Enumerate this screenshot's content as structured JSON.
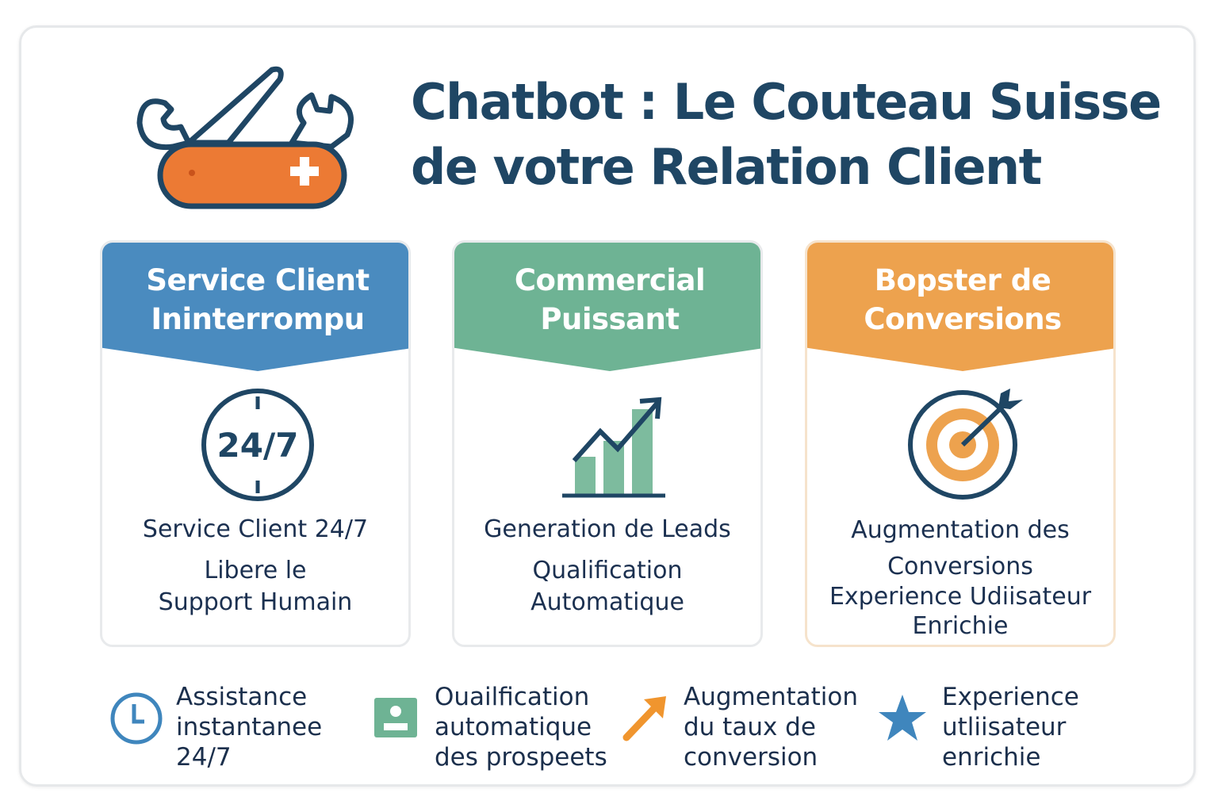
{
  "title": {
    "line1": "Chatbot : Le Couteau Suisse",
    "line2": "de votre Relation Client"
  },
  "colors": {
    "blue": "#4a8bbf",
    "green": "#6eb394",
    "orange": "#eda24e",
    "navy": "#1f4664"
  },
  "cards": [
    {
      "header": [
        "Service Client",
        "Ininterrompu"
      ],
      "icon": "clock-24-7-icon",
      "icon_text": "24/7",
      "lines": [
        "Service Client 24/7",
        "Libere le",
        "Support Humain"
      ]
    },
    {
      "header": [
        "Commercial",
        "Puissant"
      ],
      "icon": "growth-chart-icon",
      "lines": [
        "Generation de Leads",
        "Qualification",
        "Automatique"
      ]
    },
    {
      "header": [
        "Bopster de",
        "Conversions"
      ],
      "icon": "target-arrow-icon",
      "lines": [
        "Augmentation des",
        "Conversions",
        "Experience Udiisateur",
        "Enrichie"
      ]
    }
  ],
  "features": [
    {
      "icon": "clock-icon",
      "lines": [
        "Assistance",
        "instantanee",
        "24/7"
      ]
    },
    {
      "icon": "id-card-icon",
      "lines": [
        "Ouailfication",
        "automatique",
        "des prospeets"
      ]
    },
    {
      "icon": "arrow-up-right-icon",
      "lines": [
        "Augmentation",
        "du taux de",
        "conversion"
      ]
    },
    {
      "icon": "star-icon",
      "lines": [
        "Experience",
        "utliisateur",
        "enrichie"
      ]
    }
  ]
}
